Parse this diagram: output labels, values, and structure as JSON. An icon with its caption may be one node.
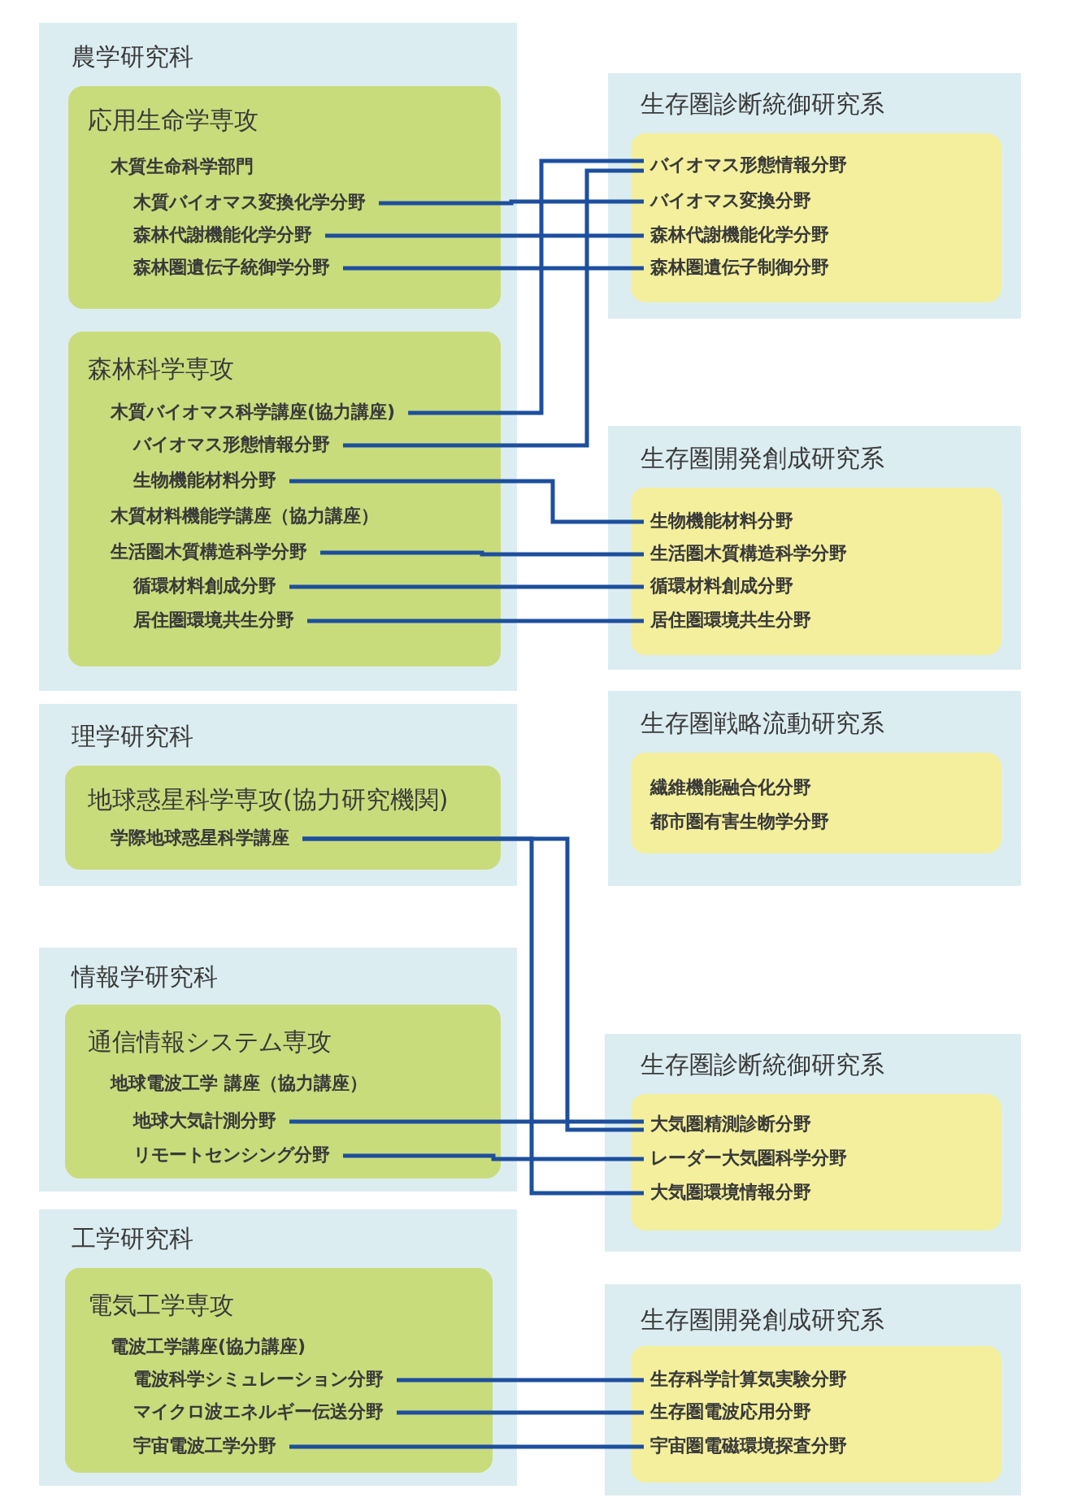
{
  "diagram": {
    "nodes": [
      {
        "text": [
          "農学研究科"
        ]
      },
      {
        "text": [
          "応用生命学専攻"
        ],
        "in": 0
      },
      {
        "text": [
          "木質生命科学部門"
        ],
        "in": 1
      },
      {
        "text": [
          "木質バイオマス変換化学分野"
        ],
        "in": 1
      },
      {
        "text": [
          "森林代謝機能化学分野"
        ],
        "in": 1
      },
      {
        "text": [
          "森林圏遺伝子統御学分野"
        ],
        "in": 1
      },
      {
        "text": [
          "森林科学専攻"
        ],
        "in": 0
      },
      {
        "text": [
          "木質バイオマス科学講座(協力講座)"
        ],
        "in": 6
      },
      {
        "text": [
          "バイオマス形態情報分野"
        ],
        "in": 6
      },
      {
        "text": [
          "生物機能材料分野"
        ],
        "in": 6
      },
      {
        "text": [
          "木質材料機能学講座（協力講座）"
        ],
        "in": 6
      },
      {
        "text": [
          "生活圏木質構造科学分野"
        ],
        "in": 6
      },
      {
        "text": [
          "循環材料創成分野"
        ],
        "in": 6
      },
      {
        "text": [
          "居住圏環境共生分野"
        ],
        "in": 6
      },
      {
        "text": [
          "生存圏診断統御研究系"
        ]
      },
      {
        "text": [],
        "shape": "box",
        "in": 14
      },
      {
        "text": [
          "バイオマス形態情報分野"
        ],
        "in": 15
      },
      {
        "text": [
          "バイオマス変換分野"
        ],
        "in": 15
      },
      {
        "text": [
          "森林代謝機能化学分野"
        ],
        "in": 15
      },
      {
        "text": [
          "森林圏遺伝子制御分野"
        ],
        "in": 15
      },
      {
        "text": [
          "生存圏開発創成研究系"
        ]
      },
      {
        "text": [],
        "shape": "box",
        "in": 20
      },
      {
        "text": [
          "生物機能材料分野"
        ],
        "in": 21
      },
      {
        "text": [
          "生活圏木質構造科学分野"
        ],
        "in": 21
      },
      {
        "text": [
          "循環材料創成分野"
        ],
        "in": 21
      },
      {
        "text": [
          "居住圏環境共生分野"
        ],
        "in": 21
      },
      {
        "text": [
          "理学研究科"
        ]
      },
      {
        "text": [
          "地球惑星科学専攻(協力研究機関)"
        ],
        "in": 26
      },
      {
        "text": [
          "学際地球惑星科学講座"
        ],
        "in": 27
      },
      {
        "text": [
          "生存圏戦略流動研究系"
        ]
      },
      {
        "text": [],
        "shape": "box",
        "in": 29
      },
      {
        "text": [
          "繊維機能融合化分野"
        ],
        "in": 30
      },
      {
        "text": [
          "都市圏有害生物学分野"
        ],
        "in": 30
      },
      {
        "text": [
          "情報学研究科"
        ]
      },
      {
        "text": [
          "通信情報システム専攻"
        ],
        "in": 33
      },
      {
        "text": [
          "地球電波工学 講座（協力講座）"
        ],
        "in": 34
      },
      {
        "text": [
          "地球大気計測分野"
        ],
        "in": 34
      },
      {
        "text": [
          "リモートセンシング分野"
        ],
        "in": 34
      },
      {
        "text": [
          "生存圏診断統御研究系"
        ]
      },
      {
        "text": [],
        "shape": "box",
        "in": 38
      },
      {
        "text": [
          "大気圏精測診断分野"
        ],
        "in": 39
      },
      {
        "text": [
          "レーダー大気圏科学分野"
        ],
        "in": 39
      },
      {
        "text": [
          "大気圏環境情報分野"
        ],
        "in": 39
      },
      {
        "text": [
          "工学研究科"
        ]
      },
      {
        "text": [
          "電気工学専攻"
        ],
        "in": 43
      },
      {
        "text": [
          "電波工学講座(協力講座)"
        ],
        "in": 44
      },
      {
        "text": [
          "電波科学シミュレーション分野"
        ],
        "in": 44
      },
      {
        "text": [
          "マイクロ波エネルギー伝送分野"
        ],
        "in": 44
      },
      {
        "text": [
          "宇宙電波工学分野"
        ],
        "in": 44
      },
      {
        "text": [
          "生存圏開発創成研究系"
        ]
      },
      {
        "text": [],
        "shape": "box",
        "in": 49
      },
      {
        "text": [
          "生存科学計算気実験分野"
        ],
        "in": 50
      },
      {
        "text": [
          "生存圏電波応用分野"
        ],
        "in": 50
      },
      {
        "text": [
          "宇宙圏電磁環境探査分野"
        ],
        "in": 50
      }
    ],
    "edges": [
      {
        "from": 3,
        "to": 17,
        "arrow": "none"
      },
      {
        "from": 4,
        "to": 18,
        "arrow": "none"
      },
      {
        "from": 5,
        "to": 19,
        "arrow": "none"
      },
      {
        "from": 7,
        "to": 16,
        "arrow": "none"
      },
      {
        "from": 8,
        "to": 16,
        "arrow": "none"
      },
      {
        "from": 9,
        "to": 22,
        "arrow": "none"
      },
      {
        "from": 11,
        "to": 23,
        "arrow": "none"
      },
      {
        "from": 12,
        "to": 24,
        "arrow": "none"
      },
      {
        "from": 13,
        "to": 25,
        "arrow": "none"
      },
      {
        "from": 28,
        "to": 40,
        "arrow": "none"
      },
      {
        "from": 28,
        "to": 42,
        "arrow": "none"
      },
      {
        "from": 36,
        "to": 40,
        "arrow": "none"
      },
      {
        "from": 37,
        "to": 41,
        "arrow": "none"
      },
      {
        "from": 46,
        "to": 51,
        "arrow": "none"
      },
      {
        "from": 47,
        "to": 52,
        "arrow": "none"
      },
      {
        "from": 48,
        "to": 53,
        "arrow": "none"
      }
    ]
  }
}
